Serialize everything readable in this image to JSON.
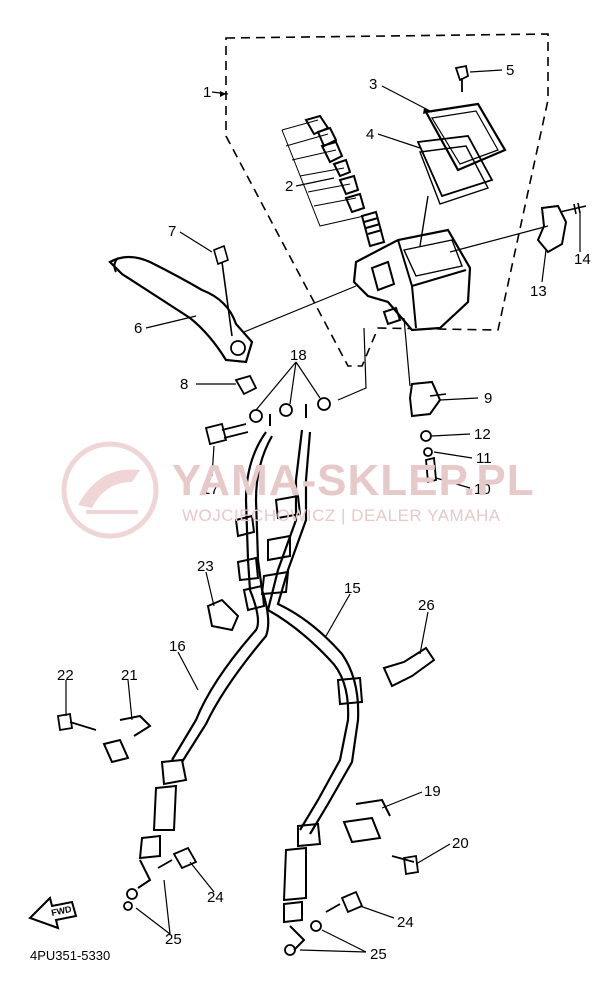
{
  "watermark": {
    "title": "YAMA-SKLEP.PL",
    "subtitle": "WOJCIECHOWICZ | DEALER YAMAHA"
  },
  "figure_code": "4PU351-5330",
  "fwd_label": "FWD",
  "callouts": [
    "1",
    "2",
    "3",
    "4",
    "5",
    "6",
    "7",
    "8",
    "9",
    "10",
    "11",
    "12",
    "13",
    "14",
    "15",
    "16",
    "17",
    "18",
    "19",
    "20",
    "21",
    "22",
    "23",
    "24",
    "24",
    "25",
    "25",
    "26"
  ]
}
